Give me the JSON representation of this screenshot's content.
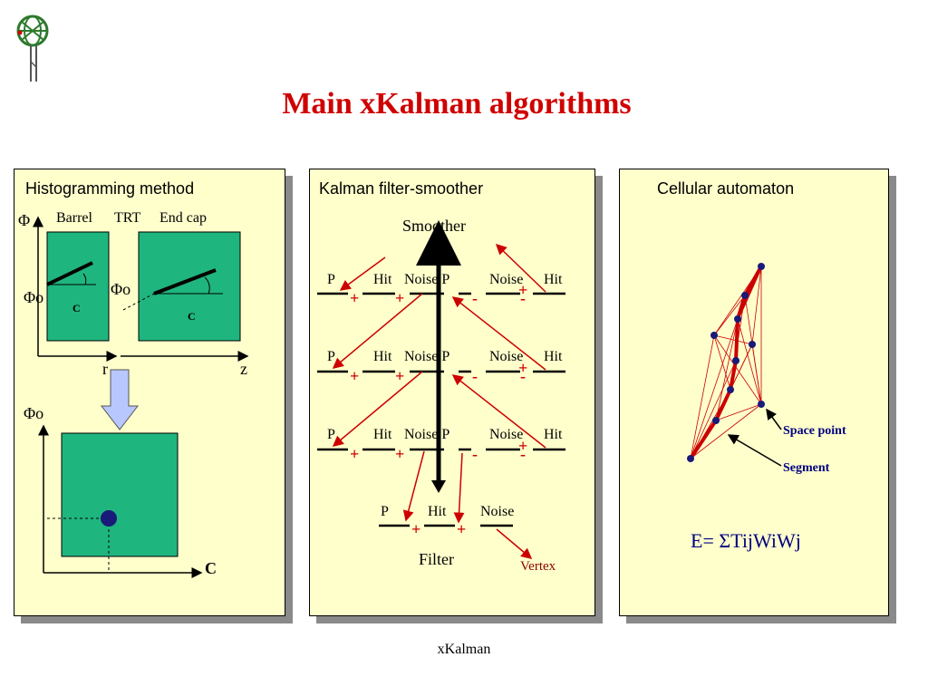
{
  "slide": {
    "title": "Main xKalman algorithms",
    "footer": "xKalman"
  },
  "colors": {
    "title": "#d00000",
    "panel_bg": "#ffffcc",
    "green_box": "#1fb57f",
    "arrow_red": "#cc0000",
    "blue_arrow": "#b8c8ff",
    "dot": "#1a1a7a"
  },
  "logo": {
    "icon": "atlas-detector-logo-icon"
  },
  "panels": {
    "histogramming": {
      "title": "Histogramming method",
      "phi_axis": "Φ",
      "barrel": "Barrel",
      "trt": "TRT",
      "end_cap": "End cap",
      "phi0_left": "Φo",
      "phi0_mid": "Φo",
      "c_left": "C",
      "c_right": "C",
      "r_label": "r",
      "z_label": "z",
      "phi0_bottom": "Φo",
      "c_bottom": "C"
    },
    "kalman": {
      "title": "Kalman filter-smoother",
      "smoother": "Smoother",
      "filter": "Filter",
      "vertex": "Vertex",
      "rows": [
        {
          "p": "P",
          "hit": "Hit",
          "noise_p": "Noise P",
          "noise": "Noise",
          "hit2": "Hit",
          "plus1": "+",
          "plus2": "+",
          "minus1": "-",
          "minus2": "-",
          "plus3": "+"
        },
        {
          "p": "P",
          "hit": "Hit",
          "noise_p": "Noise P",
          "noise": "Noise",
          "hit2": "Hit",
          "plus1": "+",
          "plus2": "+",
          "minus1": "-",
          "minus2": "-",
          "plus3": "+"
        },
        {
          "p": "P",
          "hit": "Hit",
          "noise_p": "Noise P",
          "noise": "Noise",
          "hit2": "Hit",
          "plus1": "+",
          "plus2": "+",
          "minus1": "-",
          "minus2": "-",
          "plus3": "+"
        }
      ],
      "bottom_row": {
        "p": "P",
        "hit": "Hit",
        "noise": "Noise",
        "plus1": "+",
        "plus2": "+"
      }
    },
    "cellular": {
      "title": "Cellular automaton",
      "space_point": "Space point",
      "segment": "Segment",
      "energy": "E= ΣTijWiWj"
    }
  }
}
